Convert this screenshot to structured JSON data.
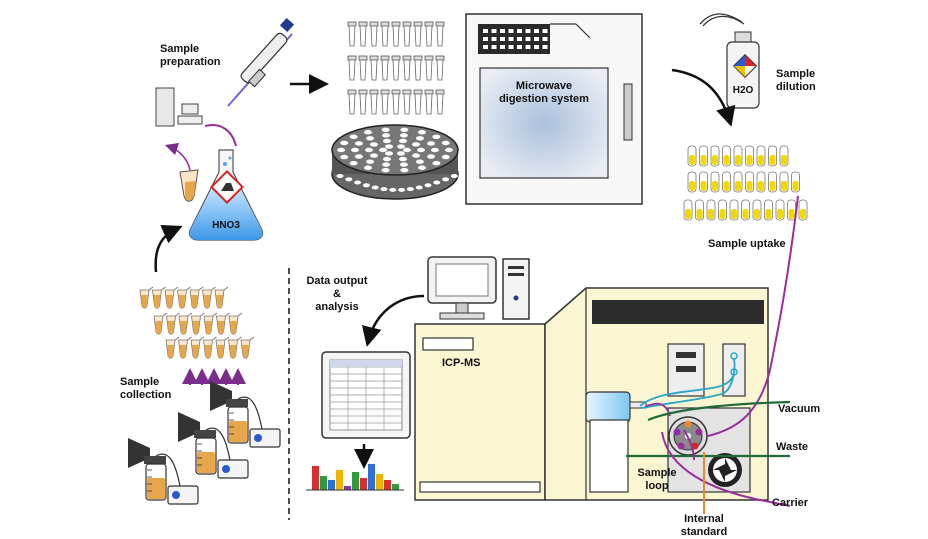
{
  "labels": {
    "sample_preparation": [
      "Sample",
      "preparation"
    ],
    "microwave": [
      "Microwave",
      "digestion system"
    ],
    "sample_dilution": [
      "Sample",
      "dilution"
    ],
    "water": "H2O",
    "acid": "HNO3",
    "sample_uptake": "Sample uptake",
    "data_output": [
      "Data output",
      "&",
      "analysis"
    ],
    "sample_collection": [
      "Sample",
      "collection"
    ],
    "icpms": "ICP-MS",
    "vacuum": "Vacuum",
    "waste": "Waste",
    "sample_loop": [
      "Sample",
      "loop"
    ],
    "carrier": "Carrier",
    "internal_standard": [
      "Internal",
      "standard"
    ]
  },
  "colors": {
    "sample_fluid": "#e8a64a",
    "uptake_fluid": "#f0d800",
    "uptake_line": "#9b2c9b",
    "vacuum_line": "#1f6b3a",
    "waste_line": "#1f6b3a",
    "carrier_line": "#9b2c9b",
    "standard_line": "#e8892b",
    "cyan_line": "#2aa6c9",
    "instrument_body": "#fbf6d2",
    "bar_colors": [
      "#d62f2f",
      "#2f9a3a",
      "#2f6fd6",
      "#f0b400",
      "#8a2fb0"
    ]
  },
  "icons": [
    "pipette-icon",
    "flask-icon",
    "hazard-icon",
    "tube-rack-icon",
    "carousel-icon",
    "wash-bottle-icon",
    "breast-pump-icon",
    "computer-icon",
    "spreadsheet-icon",
    "bar-chart-icon",
    "spray-chamber-icon",
    "valve-icon"
  ]
}
